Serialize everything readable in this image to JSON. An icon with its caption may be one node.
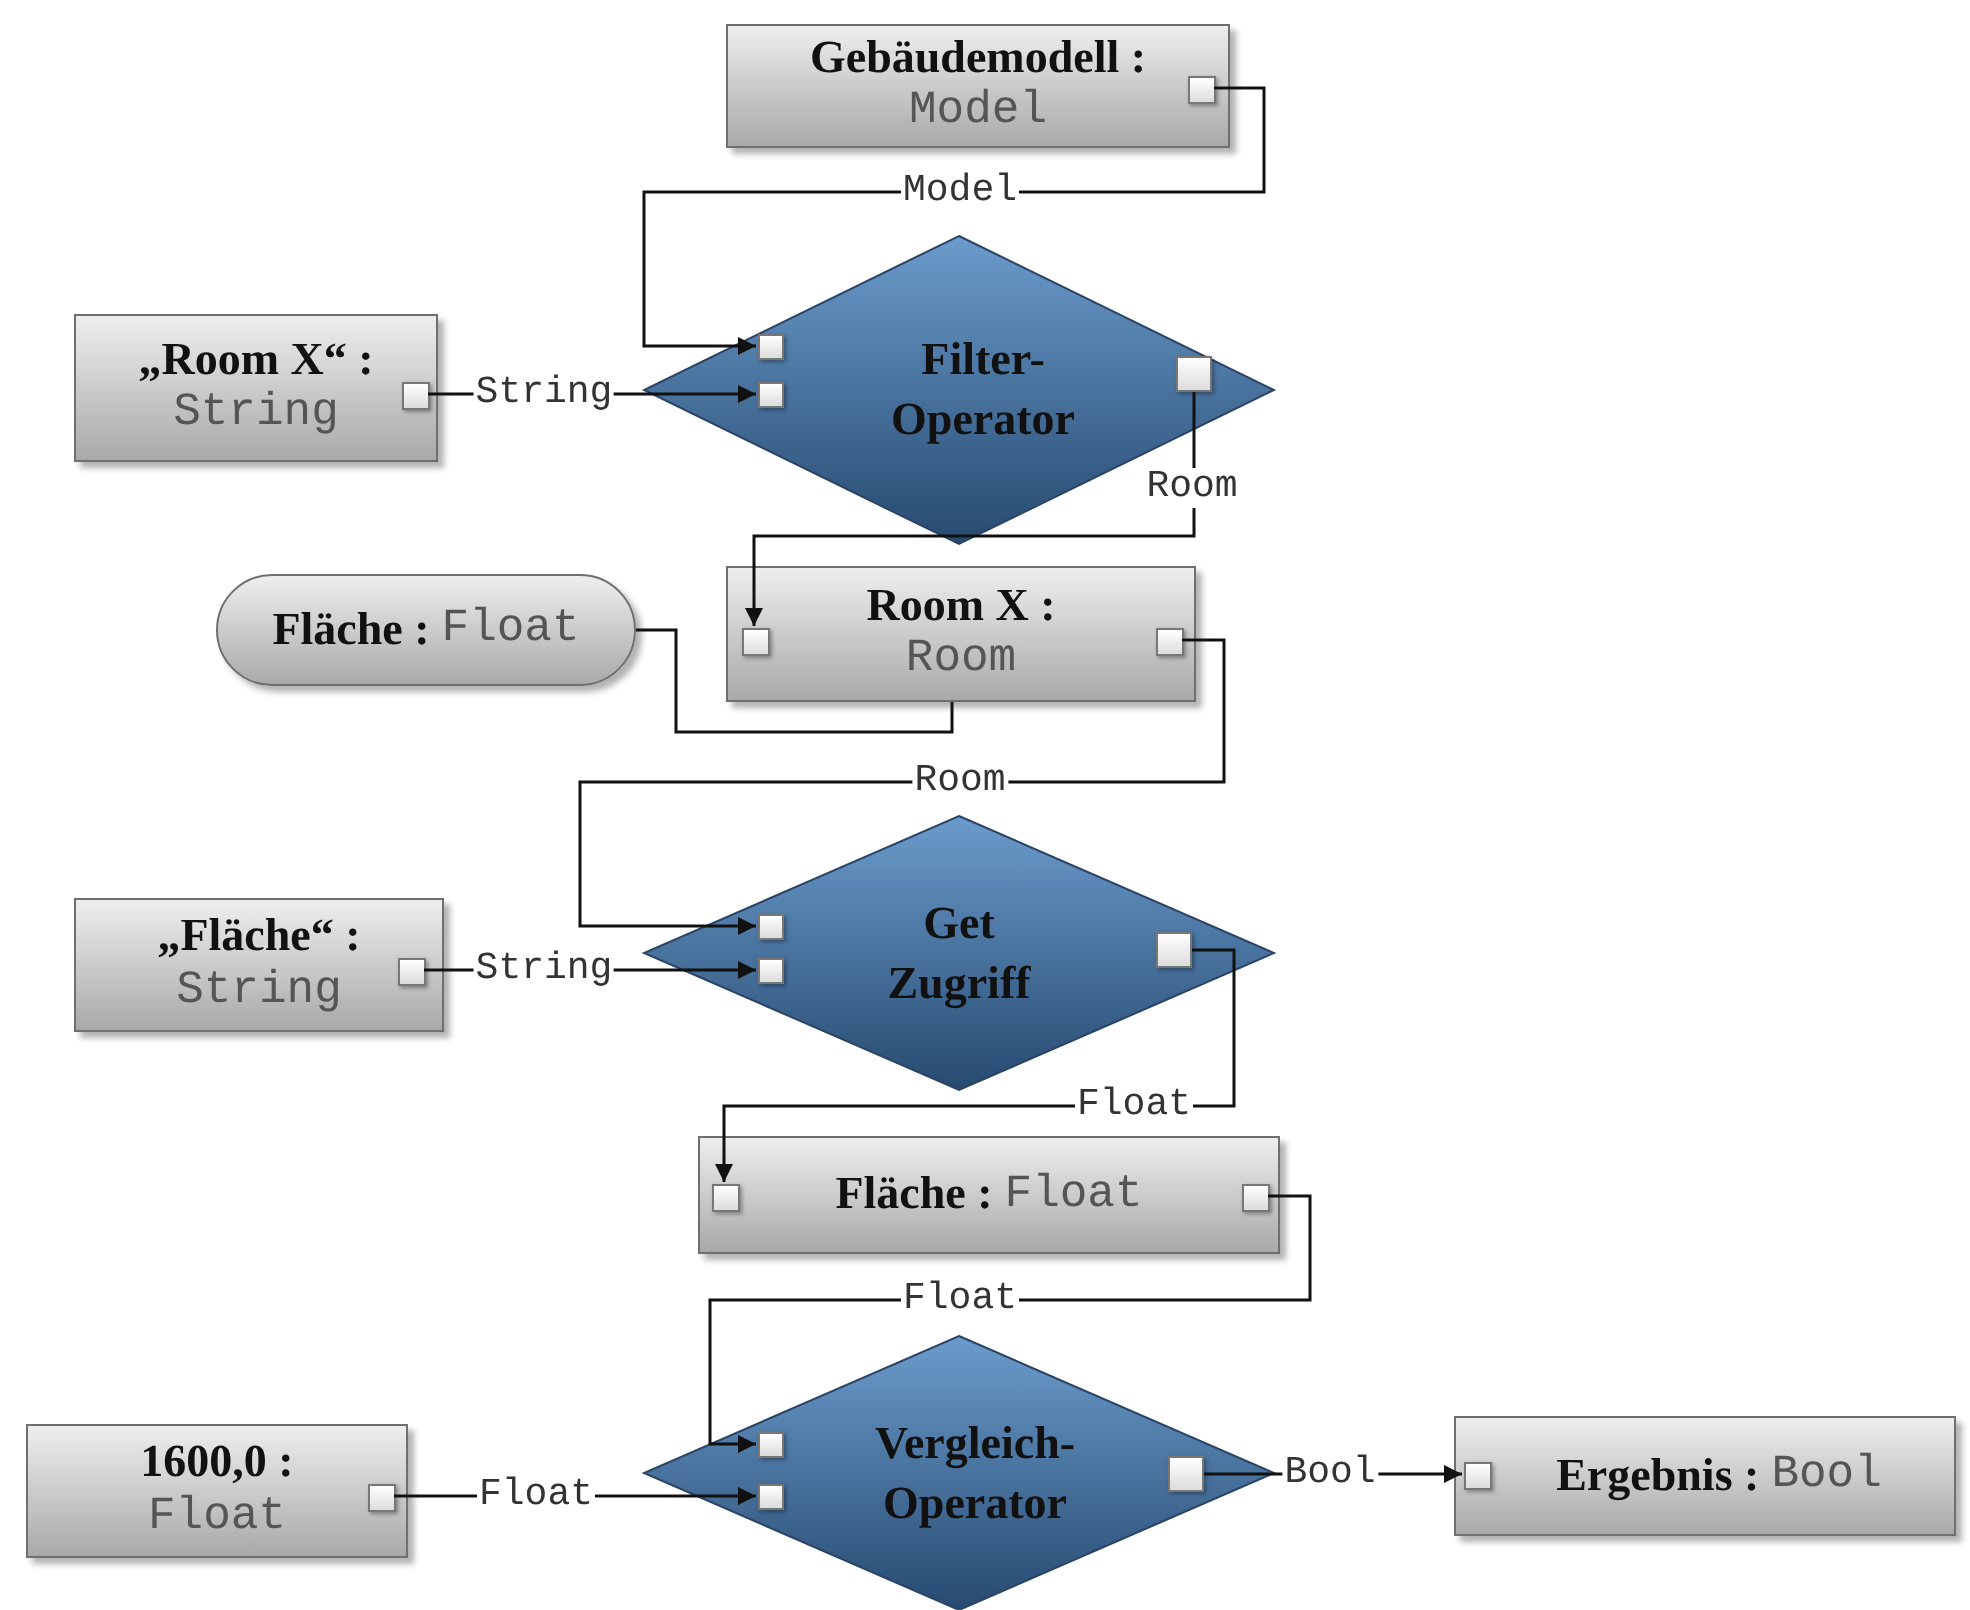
{
  "diagram": {
    "nodes": [
      {
        "text": [
          "Gebäudemodell :",
          "Model"
        ]
      },
      {
        "text": [
          "„Room X“ :",
          "String"
        ]
      },
      {
        "text": [
          "Filter- Operator"
        ]
      },
      {
        "text": [
          "Fläche :",
          "Float"
        ]
      },
      {
        "text": [
          "Room X :",
          "Room"
        ]
      },
      {
        "text": [
          "„Fläche“ :",
          "String"
        ]
      },
      {
        "text": [
          "Get Zugriff"
        ]
      },
      {
        "text": [
          "Fläche :",
          "Float"
        ]
      },
      {
        "text": [
          "1600,0 :",
          "Float"
        ]
      },
      {
        "text": [
          "Vergleich- Operator"
        ]
      },
      {
        "text": [
          "Ergebnis :",
          "Bool"
        ]
      }
    ],
    "edges": [
      {
        "from": 0,
        "to": 2,
        "arrow": "to",
        "label": "Model"
      },
      {
        "from": 1,
        "to": 2,
        "arrow": "to",
        "label": "String"
      },
      {
        "from": 2,
        "to": 4,
        "arrow": "to",
        "label": "Room"
      },
      {
        "from": 3,
        "to": 4,
        "arrow": "none"
      },
      {
        "from": 4,
        "to": 6,
        "arrow": "to",
        "label": "Room"
      },
      {
        "from": 5,
        "to": 6,
        "arrow": "to",
        "label": "String"
      },
      {
        "from": 6,
        "to": 7,
        "arrow": "to",
        "label": "Float"
      },
      {
        "from": 7,
        "to": 9,
        "arrow": "to",
        "label": "Float"
      },
      {
        "from": 8,
        "to": 9,
        "arrow": "to",
        "label": "Float"
      },
      {
        "from": 9,
        "to": 10,
        "arrow": "to",
        "label": "Bool"
      }
    ]
  }
}
